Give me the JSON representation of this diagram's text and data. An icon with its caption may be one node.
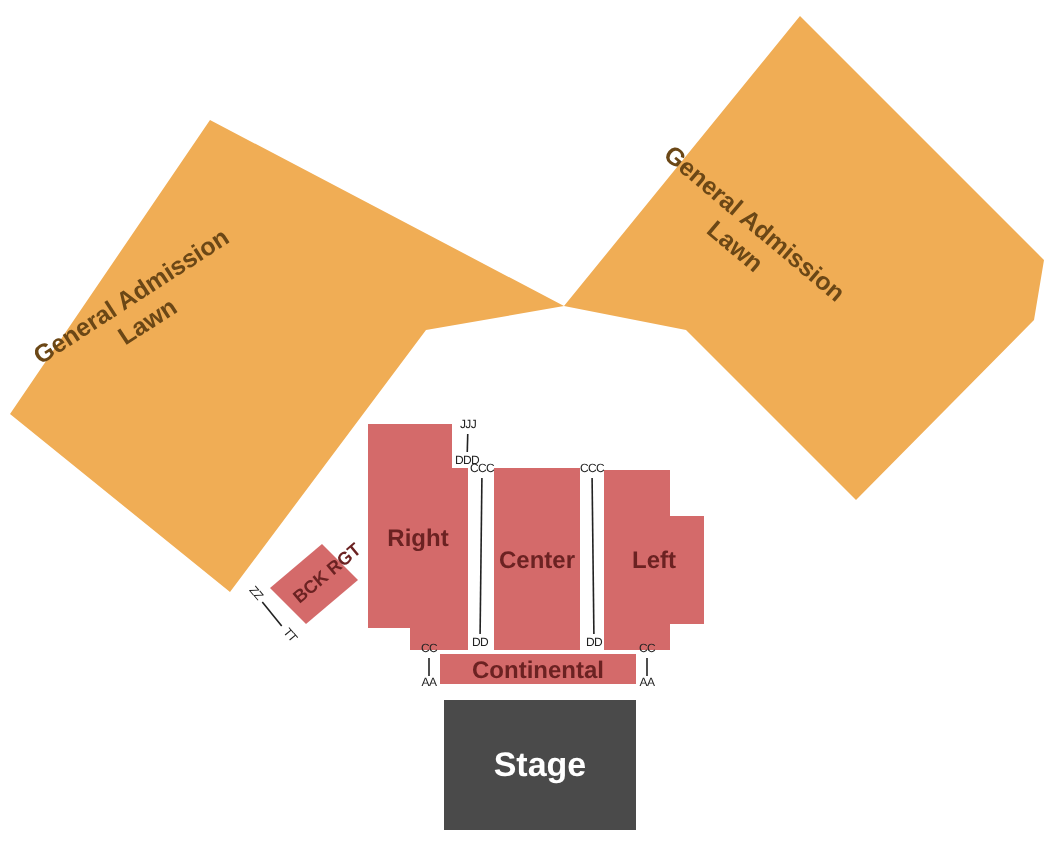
{
  "diagram": {
    "nodes": [
      {
        "text": [
          "General Admission Lawn"
        ]
      },
      {
        "text": [
          "General Admission Lawn"
        ]
      },
      {
        "text": [
          "Right"
        ]
      },
      {
        "text": [
          "Center"
        ]
      },
      {
        "text": [
          "Left"
        ]
      },
      {
        "text": [
          "BCK RGT"
        ]
      },
      {
        "text": [
          "Continental"
        ]
      },
      {
        "text": [
          "Stage"
        ]
      },
      {
        "text": [
          "JJJ"
        ]
      },
      {
        "text": [
          "DDD"
        ]
      },
      {
        "text": [
          "CCC"
        ]
      },
      {
        "text": [
          "DD"
        ]
      },
      {
        "text": [
          "CCC"
        ]
      },
      {
        "text": [
          "DD"
        ]
      },
      {
        "text": [
          "ZZ"
        ]
      },
      {
        "text": [
          "TT"
        ]
      },
      {
        "text": [
          "CC"
        ]
      },
      {
        "text": [
          "AA"
        ]
      },
      {
        "text": [
          "CC"
        ]
      },
      {
        "text": [
          "AA"
        ]
      }
    ],
    "edges": [
      {
        "from": 8,
        "to": 9,
        "arrow": "none"
      },
      {
        "from": 10,
        "to": 11,
        "arrow": "none"
      },
      {
        "from": 12,
        "to": 13,
        "arrow": "none"
      },
      {
        "from": 14,
        "to": 15,
        "arrow": "none"
      },
      {
        "from": 16,
        "to": 17,
        "arrow": "none"
      },
      {
        "from": 18,
        "to": 19,
        "arrow": "none"
      }
    ]
  }
}
